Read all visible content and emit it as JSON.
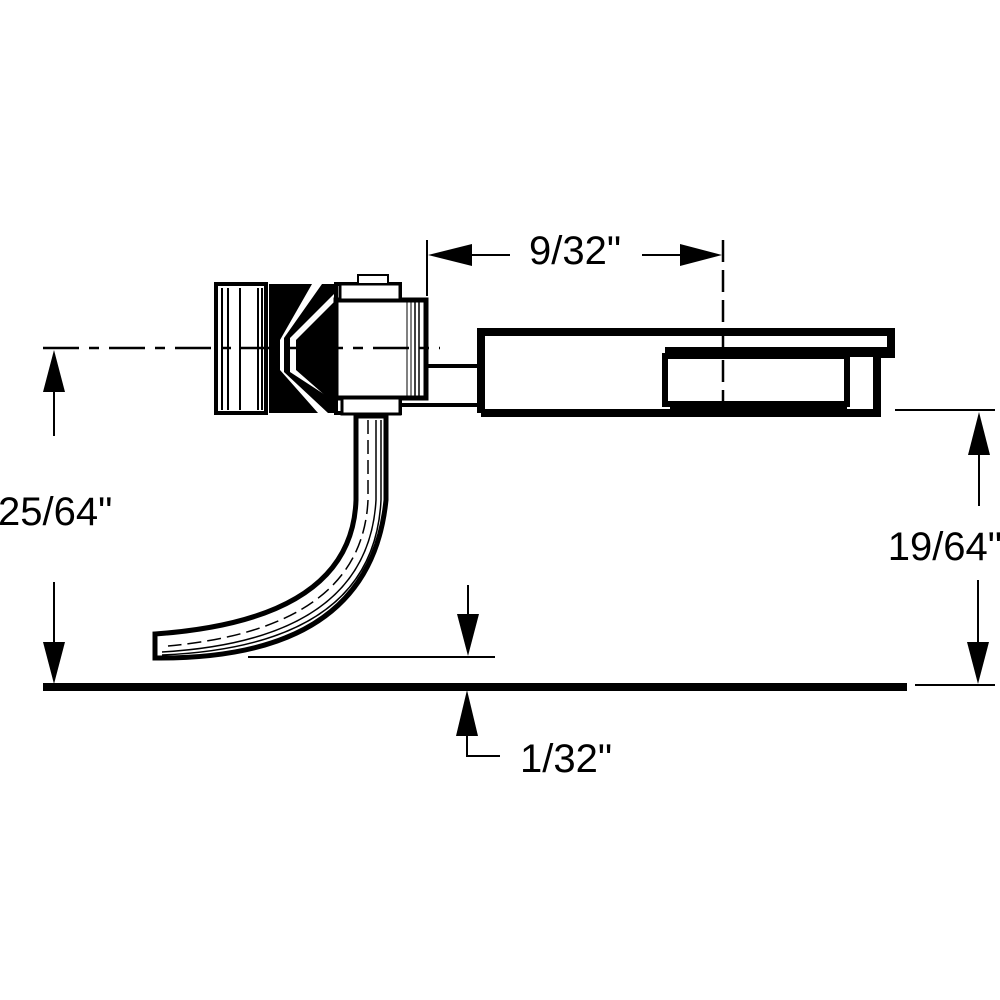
{
  "diagram": {
    "subject": "coupler side view",
    "colors": {
      "line": "#000000",
      "background": "#ffffff"
    },
    "dimensions": {
      "mount_offset": {
        "label": "9/32\"",
        "orientation": "horizontal"
      },
      "centerline_height": {
        "label": "25/64\"",
        "orientation": "vertical"
      },
      "box_bottom_height": {
        "label": "19/64\"",
        "orientation": "vertical"
      },
      "trip_pin_clearance": {
        "label": "1/32\"",
        "orientation": "vertical"
      }
    },
    "parts": [
      "coupler-knuckle-head",
      "coupler-shank",
      "draft-gear-box",
      "trip-pin",
      "rail-top-line"
    ]
  }
}
